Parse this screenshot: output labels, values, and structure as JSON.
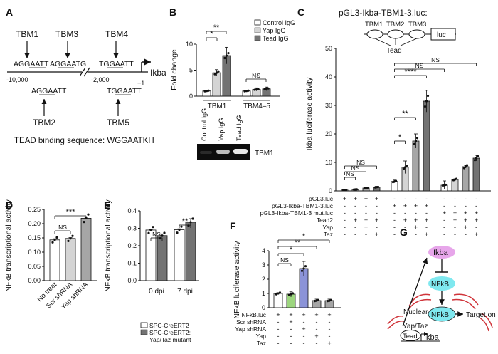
{
  "panels": {
    "A": {
      "letter": "A",
      "tbm_labels": [
        "TBM1",
        "TBM3",
        "TBM4",
        "TBM2",
        "TBM5"
      ],
      "seq_tbm1": "AGGAATT",
      "seq_tbm3": "AGGAATG",
      "seq_tbm4": "TGGAATT",
      "seq_tbm2": "AGGAATT",
      "seq_tbm5": "TGGAATT",
      "pos_10000": "-10,000",
      "pos_2000": "-2,000",
      "pos_plus1": "+1",
      "gene": "Ikba",
      "binding_seq": "TEAD binding sequence: WGGAATKH"
    },
    "B": {
      "letter": "B",
      "gel_lanes": [
        "Control IgG",
        "Yap IgG",
        "Tead IgG"
      ],
      "gel_label": "TBM1",
      "sig_tbm1_a": "*",
      "sig_tbm1_b": "**",
      "sig_tbm45": "NS"
    },
    "C": {
      "letter": "C",
      "construct_title": "pGL3-Ikba-TBM1-3.luc:",
      "construct_boxes": [
        "TBM1",
        "TBM2",
        "TBM3"
      ],
      "construct_luc": "luc",
      "construct_tead": "Tead",
      "row_labels": [
        "pGL3.luc",
        "pGL3-Ikba-TBM1-3.luc",
        "pGL3-Ikba-TBM1-3 mut.luc",
        "Tead2",
        "Yap",
        "Taz"
      ],
      "row_signs": [
        [
          "+",
          "+",
          "+",
          "+",
          "-",
          "-",
          "-",
          "-",
          "-",
          "-",
          "-",
          "-"
        ],
        [
          "-",
          "-",
          "-",
          "-",
          "+",
          "+",
          "+",
          "+",
          "-",
          "-",
          "-",
          "-"
        ],
        [
          "-",
          "-",
          "-",
          "-",
          "-",
          "-",
          "-",
          "-",
          "+",
          "+",
          "+",
          "+"
        ],
        [
          "-",
          "+",
          "+",
          "+",
          "-",
          "+",
          "+",
          "+",
          "-",
          "+",
          "+",
          "+"
        ],
        [
          "-",
          "-",
          "+",
          "-",
          "-",
          "-",
          "+",
          "-",
          "-",
          "-",
          "+",
          "-"
        ],
        [
          "-",
          "-",
          "-",
          "+",
          "-",
          "-",
          "-",
          "+",
          "-",
          "-",
          "-",
          "+"
        ]
      ],
      "sig": [
        "NS",
        "NS",
        "NS",
        "*",
        "**",
        "****",
        "NS",
        "NS"
      ]
    },
    "D": {
      "letter": "D",
      "sig_a": "NS",
      "sig_b": "***"
    },
    "E": {
      "letter": "E",
      "sig_a": "NS",
      "sig_b": "**",
      "legend": [
        "SPC-CreERT2",
        "SPC-CreERT2:",
        "Yap/Taz mutant"
      ]
    },
    "F": {
      "letter": "F",
      "row_labels": [
        "NFkB.luc",
        "Scr shRNA",
        "Yap shRNA",
        "Yap",
        "Taz"
      ],
      "row_signs": [
        [
          "+",
          "+",
          "+",
          "+",
          "+"
        ],
        [
          "-",
          "+",
          "-",
          "-",
          "-"
        ],
        [
          "-",
          "-",
          "+",
          "-",
          "-"
        ],
        [
          "-",
          "-",
          "-",
          "+",
          "-"
        ],
        [
          "-",
          "-",
          "-",
          "-",
          "+"
        ]
      ],
      "sig": [
        "NS",
        "*",
        "**",
        "*"
      ]
    },
    "G": {
      "letter": "G",
      "ikba": "Ikba",
      "nfkb_top": "NFkB",
      "nfkb_nuc": "NFkB",
      "nuclear": "Nuclear",
      "target": "Target on",
      "yaptaz": "Yap/Taz",
      "tead": "Tead",
      "ikba_gene": "Ikba"
    }
  },
  "colors": {
    "white_bar": "#ffffff",
    "light_gray": "#d4d4d4",
    "mid_gray": "#a6a6a6",
    "dark_gray": "#737373",
    "green": "#9dd67f",
    "blue": "#8b93d8",
    "pink": "#e7a6ea",
    "cyan": "#7fe8ef",
    "red_membrane": "#d0343a"
  },
  "chart_data": [
    {
      "panel": "B",
      "type": "bar",
      "ylabel": "Fold change",
      "ylim": [
        0,
        10
      ],
      "yticks": [
        0,
        5,
        10
      ],
      "categories": [
        "TBM1",
        "TBM4–5"
      ],
      "series": [
        {
          "name": "Control IgG",
          "values": [
            1.0,
            1.0
          ]
        },
        {
          "name": "Yap IgG",
          "values": [
            4.5,
            1.3
          ]
        },
        {
          "name": "Tead IgG",
          "values": [
            7.8,
            1.4
          ]
        }
      ],
      "errors": [
        [
          0.1,
          0.1
        ],
        [
          0.6,
          0.3
        ],
        [
          1.6,
          0.35
        ]
      ]
    },
    {
      "panel": "C",
      "type": "bar",
      "ylabel": "Ikba luciferase activity",
      "ylim": [
        0,
        50
      ],
      "yticks": [
        0,
        10,
        20,
        30,
        40,
        50
      ],
      "values": [
        0.3,
        0.5,
        1.0,
        1.3,
        3.3,
        8.3,
        17.5,
        31.5,
        2.0,
        4.0,
        8.5,
        11.5
      ],
      "errors": [
        0.1,
        0.2,
        0.3,
        0.3,
        0.5,
        2.2,
        2.5,
        3.8,
        1.5,
        0.2,
        0.5,
        1.0
      ],
      "bar_colors": [
        "#ffffff",
        "#d4d4d4",
        "#a6a6a6",
        "#737373",
        "#ffffff",
        "#d4d4d4",
        "#a6a6a6",
        "#737373",
        "#ffffff",
        "#d4d4d4",
        "#a6a6a6",
        "#737373"
      ]
    },
    {
      "panel": "D",
      "type": "bar",
      "ylabel": "NFκB transcriptional activity",
      "ylim": [
        0,
        0.25
      ],
      "yticks": [
        0.0,
        0.05,
        0.1,
        0.15,
        0.2,
        0.25
      ],
      "categories": [
        "No treat",
        "Scr shRNA",
        "Yap shRNA"
      ],
      "values": [
        0.143,
        0.148,
        0.219
      ],
      "errors": [
        0.004,
        0.003,
        0.004
      ]
    },
    {
      "panel": "E",
      "type": "bar",
      "ylabel": "NFκB transcriptional activity",
      "ylim": [
        0,
        0.4
      ],
      "yticks": [
        0.0,
        0.1,
        0.2,
        0.3,
        0.4
      ],
      "categories": [
        "0 dpi",
        "7 dpi"
      ],
      "series": [
        {
          "name": "SPC-CreERT2",
          "values": [
            0.29,
            0.292
          ]
        },
        {
          "name": "SPC-CreERT2: Yap/Taz mutant",
          "values": [
            0.258,
            0.335
          ]
        }
      ],
      "errors": [
        [
          0.002,
          0.005
        ],
        [
          0.01,
          0.02
        ]
      ]
    },
    {
      "panel": "F",
      "type": "bar",
      "ylabel": "NFκB luciferase activity",
      "ylim": [
        0,
        4
      ],
      "yticks": [
        0,
        1,
        2,
        3,
        4
      ],
      "values": [
        1.0,
        0.95,
        2.75,
        0.5,
        0.5
      ],
      "errors": [
        0.05,
        0.2,
        0.5,
        0.1,
        0.1
      ],
      "bar_colors": [
        "#ffffff",
        "#9dd67f",
        "#8b93d8",
        "#a6a6a6",
        "#a6a6a6"
      ]
    }
  ]
}
